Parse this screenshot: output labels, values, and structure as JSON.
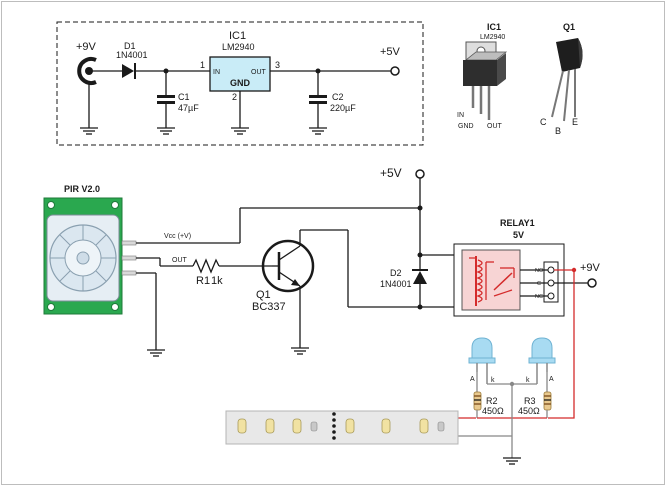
{
  "supply": {
    "input_label": "+9V",
    "output_label": "+5V",
    "d1": {
      "ref": "D1",
      "part": "1N4001"
    },
    "ic1": {
      "ref": "IC1",
      "part": "LM2940",
      "in_label": "IN",
      "out_label": "OUT",
      "gnd_label": "GND",
      "pin_in": "1",
      "pin_gnd": "2",
      "pin_out": "3"
    },
    "c1": {
      "ref": "C1",
      "value": "47µF"
    },
    "c2": {
      "ref": "C2",
      "value": "220µF"
    }
  },
  "pinouts": {
    "ic1": {
      "ref": "IC1",
      "part": "LM2940",
      "pins": [
        "IN",
        "GND",
        "OUT"
      ]
    },
    "q1": {
      "ref": "Q1",
      "pins": [
        "C",
        "B",
        "E"
      ]
    }
  },
  "main": {
    "supply_label": "+5V",
    "pir": {
      "label": "PIR V2.0",
      "vcc_label": "Vcc (+V)",
      "out_label": "OUT"
    },
    "r1": {
      "ref": "R1",
      "value": "1k"
    },
    "q1": {
      "ref": "Q1",
      "part": "BC337"
    },
    "d2": {
      "ref": "D2",
      "part": "1N4001"
    },
    "relay": {
      "ref": "RELAY1",
      "voltage": "5V",
      "no": "NO",
      "c": "C",
      "nc": "NC"
    },
    "relay_supply_label": "+9V",
    "led_left": {
      "anode": "A",
      "cathode": "k"
    },
    "led_right": {
      "anode": "A",
      "cathode": "k"
    },
    "r2": {
      "ref": "R2",
      "value": "450Ω"
    },
    "r3": {
      "ref": "R3",
      "value": "450Ω"
    }
  },
  "colors": {
    "wire": "#1a1a1a",
    "red_wire": "#d42b2b",
    "pcb_green": "#2aa84f",
    "relay_fill": "#f7d4d4",
    "relay_coil": "#d42b2b",
    "ic_fill": "#c9ecf7",
    "led_blue": "#a8dbf2",
    "led_strip": "#e8e8e8",
    "led_chip": "#f1e2a2"
  },
  "icons": [
    "dc-jack-icon",
    "ground-icon",
    "to220-package-icon",
    "to92-package-icon",
    "pir-sensor-icon",
    "relay-icon",
    "led-icon",
    "led-strip-icon"
  ]
}
